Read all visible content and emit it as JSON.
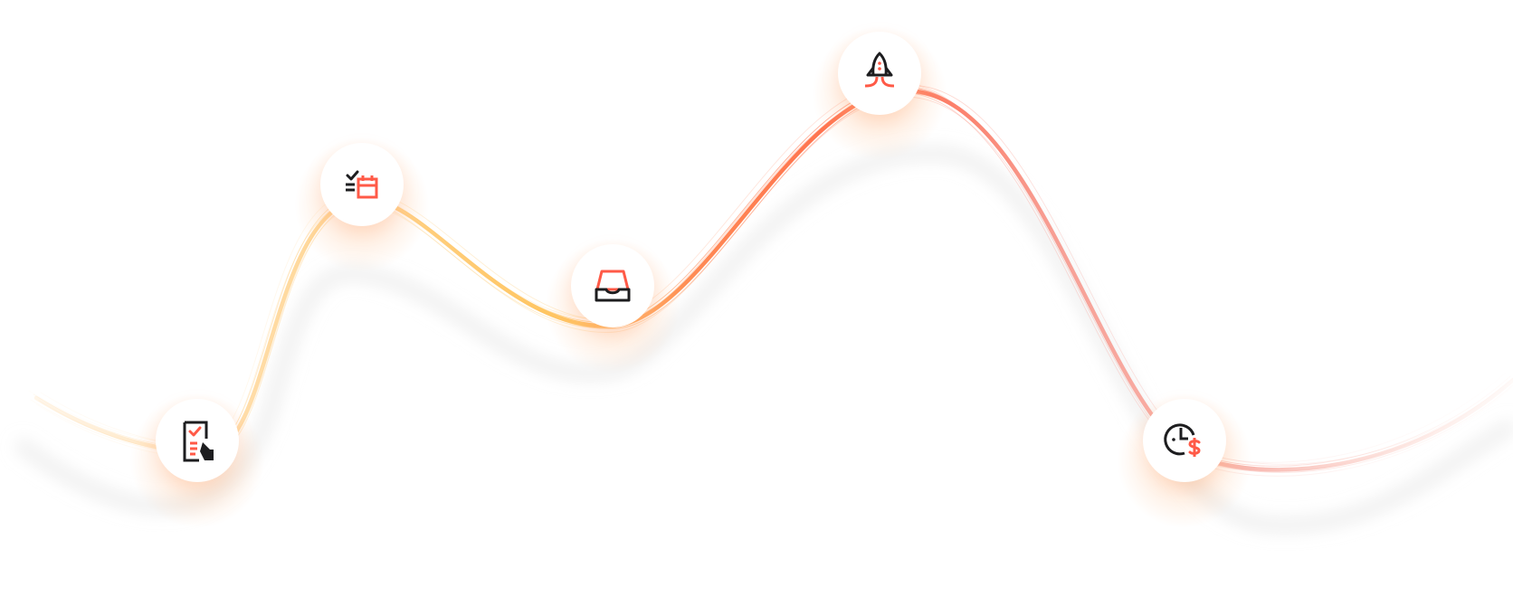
{
  "colors": {
    "ink": "#1d1d1f",
    "accent": "#ff5a47",
    "yellow": "#ffc35a",
    "orange": "#ff7a55",
    "pink": "#f8a39a",
    "shadow": "#e6e6e6"
  },
  "steps": [
    {
      "id": "step-1",
      "icon": "checklist-document-icon"
    },
    {
      "id": "step-2",
      "icon": "task-list-calendar-icon"
    },
    {
      "id": "step-3",
      "icon": "inbox-tray-icon"
    },
    {
      "id": "step-4",
      "icon": "rocket-launch-icon"
    },
    {
      "id": "step-5",
      "icon": "clock-dollar-icon"
    }
  ]
}
